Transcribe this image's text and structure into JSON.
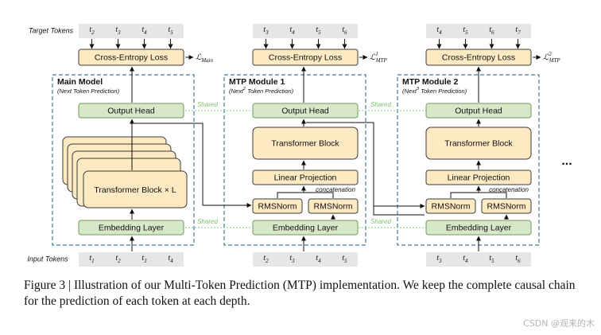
{
  "row_labels": {
    "target": "Target Tokens",
    "input": "Input Tokens"
  },
  "loss": "Cross-Entropy Loss",
  "loss_symbols": [
    {
      "base": "ℒ",
      "sub": "Main",
      "sup": ""
    },
    {
      "base": "ℒ",
      "sub": "MTP",
      "sup": "1"
    },
    {
      "base": "ℒ",
      "sub": "MTP",
      "sup": "2"
    }
  ],
  "modules": [
    {
      "title": "Main Model",
      "subtitle_pre": "(Next Token Prediction)",
      "subtitle_sup": "",
      "subtitle_post": "",
      "targets": [
        "2",
        "3",
        "4",
        "5"
      ],
      "inputs": [
        "1",
        "2",
        "3",
        "4"
      ],
      "block": "Transformer Block × L"
    },
    {
      "title": "MTP Module 1",
      "subtitle_pre": "(Next",
      "subtitle_sup": "2",
      "subtitle_post": " Token Prediction)",
      "targets": [
        "3",
        "4",
        "5",
        "6"
      ],
      "inputs": [
        "2",
        "3",
        "4",
        "5"
      ],
      "block": "Transformer Block"
    },
    {
      "title": "MTP Module 2",
      "subtitle_pre": "(Next",
      "subtitle_sup": "3",
      "subtitle_post": " Token Prediction)",
      "targets": [
        "4",
        "5",
        "6",
        "7"
      ],
      "inputs": [
        "3",
        "4",
        "5",
        "6"
      ],
      "block": "Transformer Block"
    }
  ],
  "token_symbol": "t",
  "output_head": "Output Head",
  "embedding": "Embedding Layer",
  "linear": "Linear Projection",
  "concat": "concatenation",
  "rmsnorm": "RMSNorm",
  "shared": "Shared",
  "ellipsis": "...",
  "caption": "Figure 3 | Illustration of our Multi-Token Prediction (MTP) implementation.  We keep the complete causal chain for the prediction of each token at each depth.",
  "watermark": "CSDN @观来的木",
  "colors": {
    "green": "#d7e8c9",
    "green_border": "#6f9a5a",
    "orange": "#fde9c2",
    "orange_border": "#3a3a3a",
    "dash": "#3b79a8",
    "token_bg": "#e6e6e6"
  }
}
